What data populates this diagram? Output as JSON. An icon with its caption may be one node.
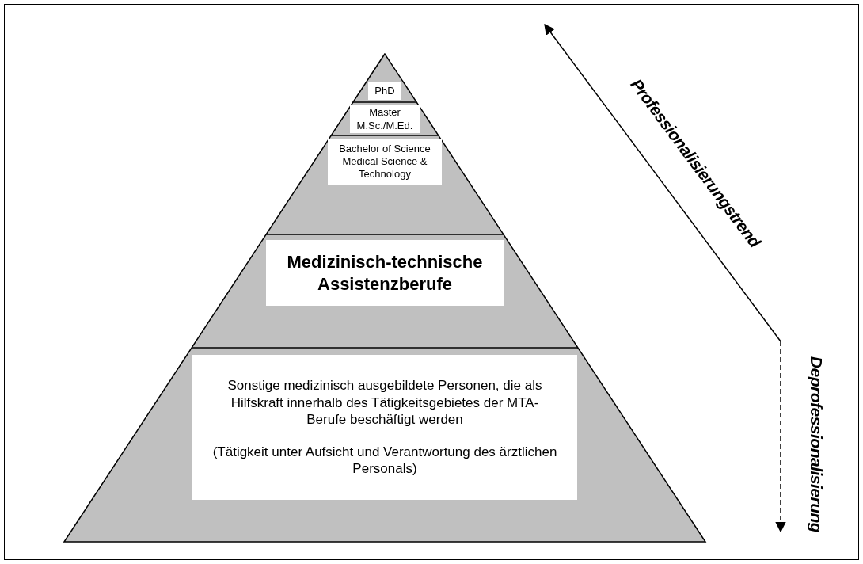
{
  "diagram": {
    "nodes": [
      {
        "text": [
          "PhD"
        ]
      },
      {
        "text": [
          "Master M.Sc./M.Ed."
        ]
      },
      {
        "text": [
          "Bachelor of Science Medical Science & Technology"
        ]
      },
      {
        "text": [
          "Medizinisch-technische Assistenzberufe"
        ]
      },
      {
        "text": [
          "Sonstige medizinisch ausgebildete Personen, die als Hilfskraft innerhalb des Tätigkeitsgebietes der MTA-Berufe beschäftigt werden",
          "(Tätigkeit unter Aufsicht und Verantwortung des ärztlichen Personals)"
        ]
      }
    ],
    "labels": [
      "Professionalisierungstrend",
      "Deprofessionalisierung"
    ]
  }
}
